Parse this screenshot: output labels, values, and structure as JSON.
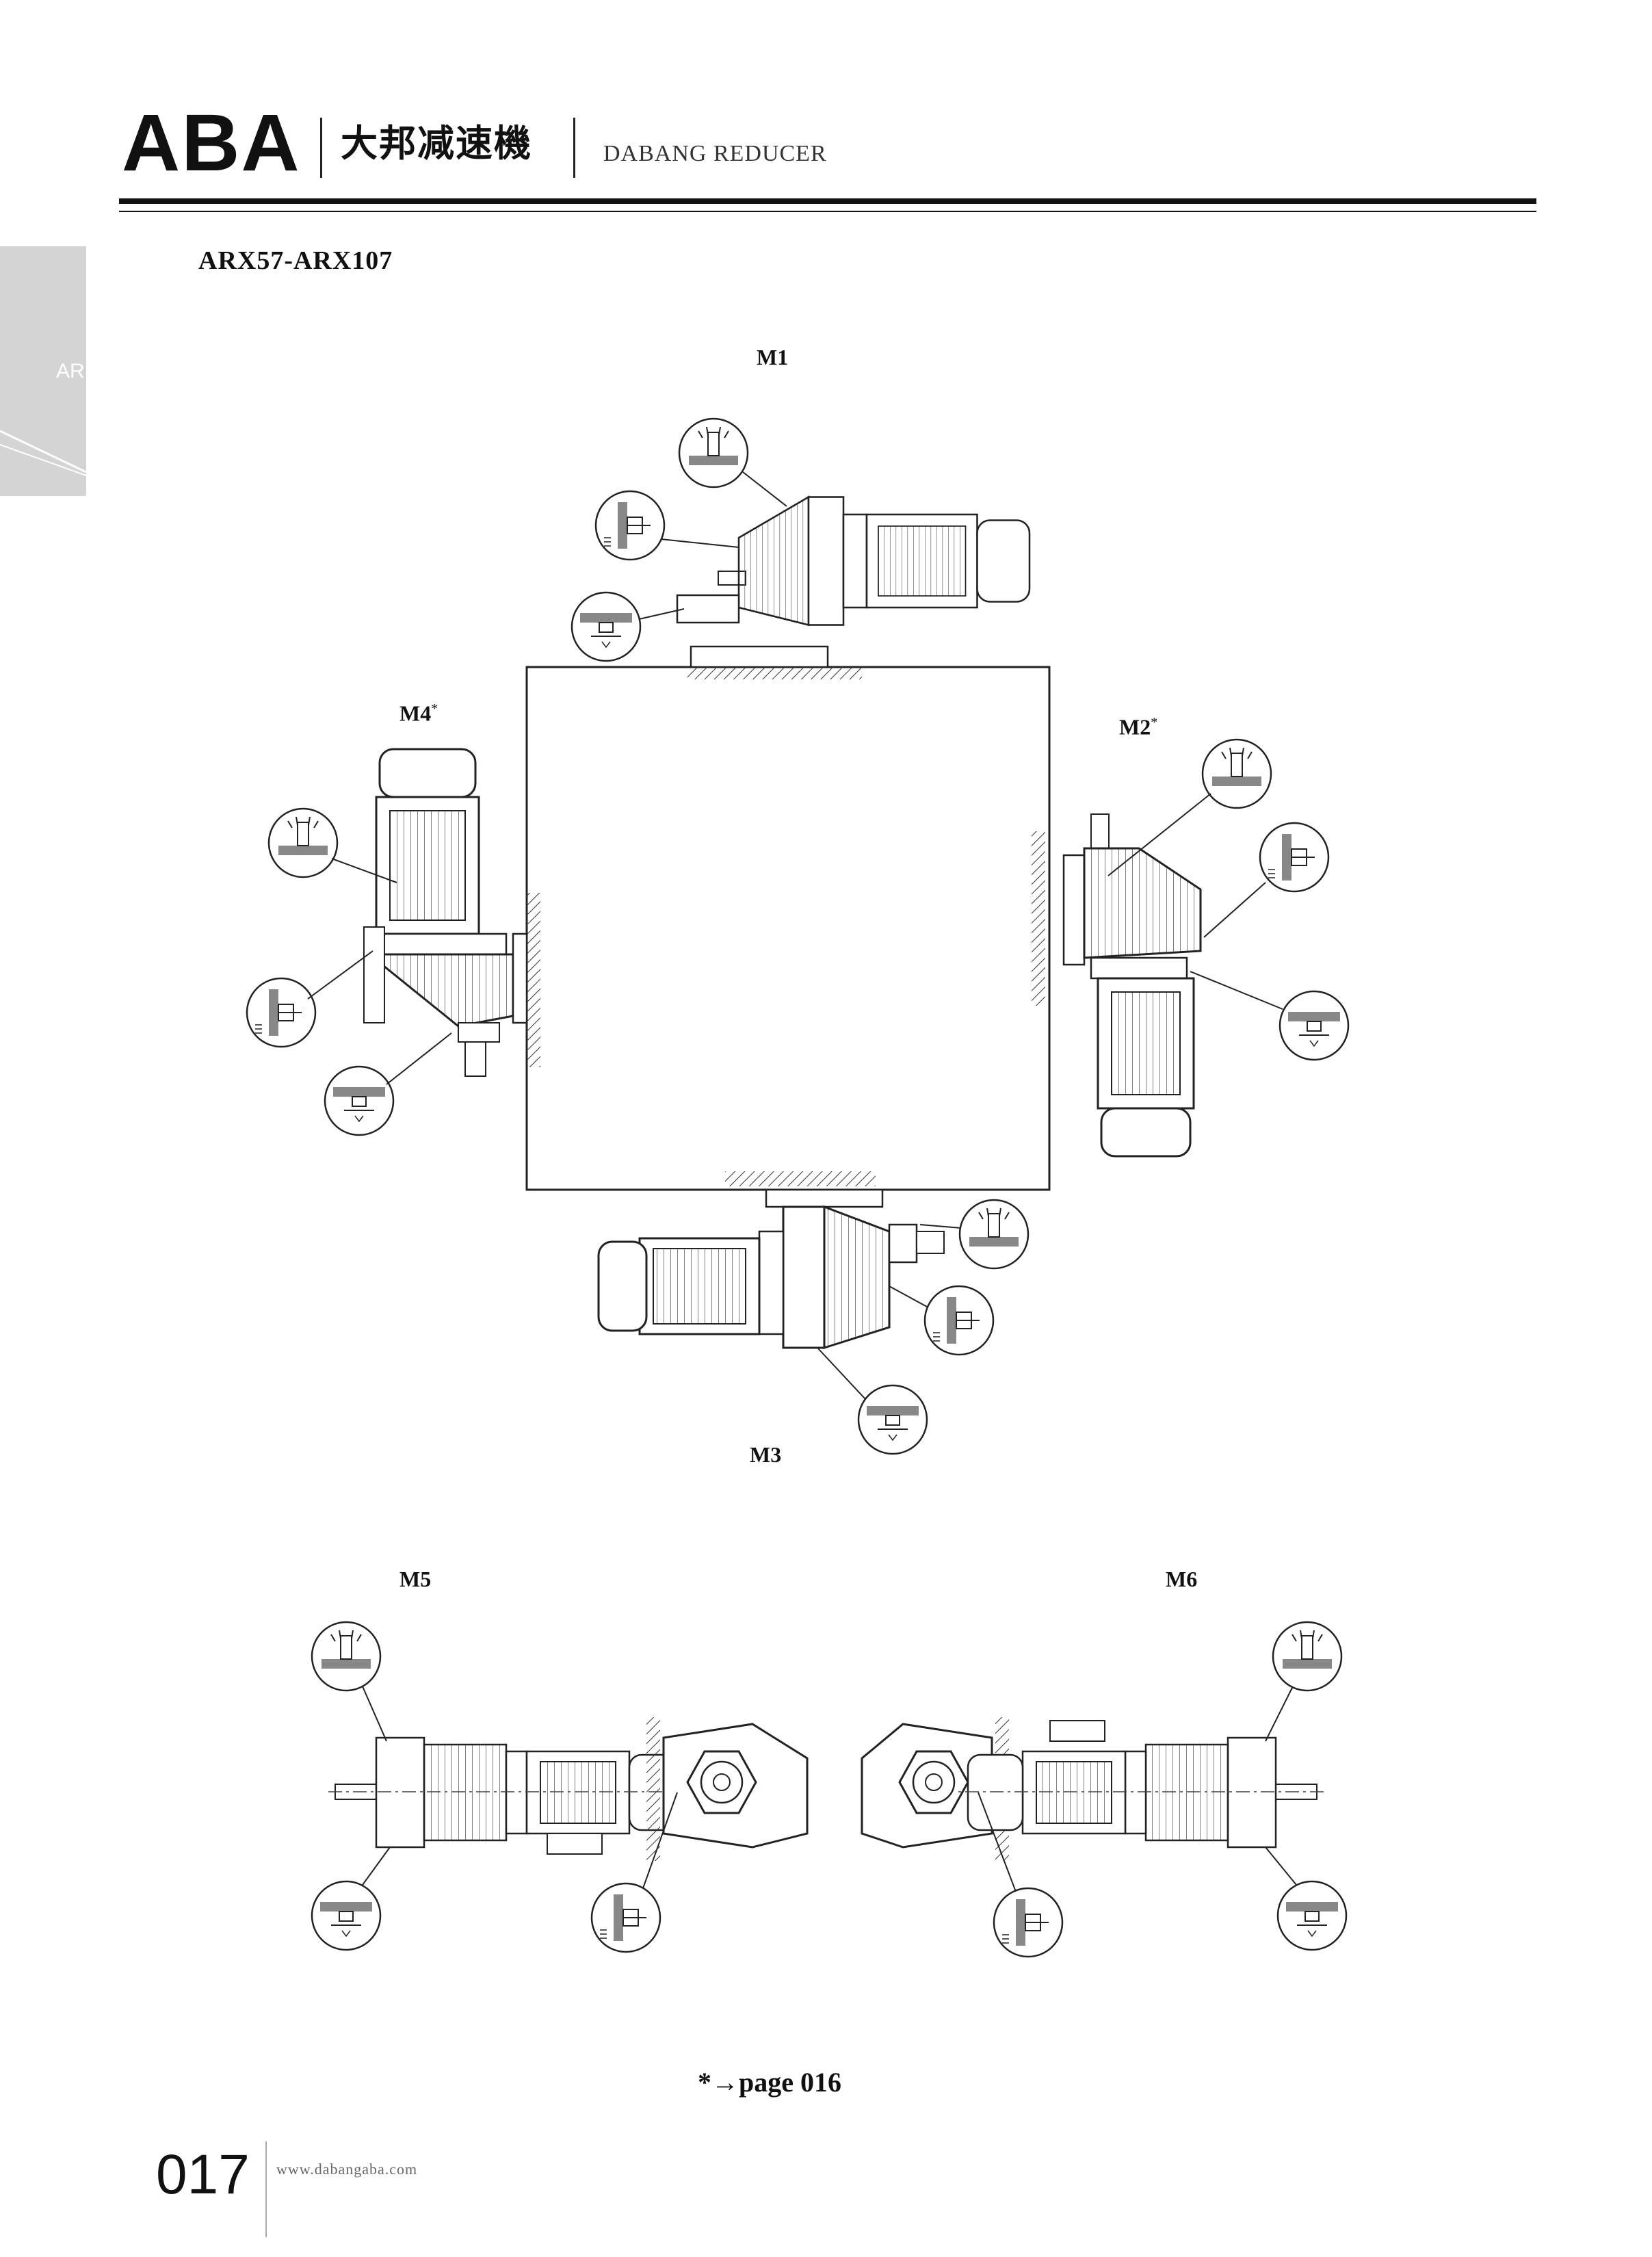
{
  "header": {
    "logo": "ABA",
    "company_cn": "大邦减速機",
    "company_en": "DABANG REDUCER"
  },
  "side_tab": {
    "label": "AR"
  },
  "section_title": "ARX57-ARX107",
  "mounting_positions": {
    "m1": "M1",
    "m2": "M2",
    "m3": "M3",
    "m4": "M4",
    "m5": "M5",
    "m6": "M6",
    "asterisk": "*"
  },
  "footer": {
    "reference": "*→page 016",
    "page_number": "017",
    "website": "www.dabangaba.com"
  }
}
